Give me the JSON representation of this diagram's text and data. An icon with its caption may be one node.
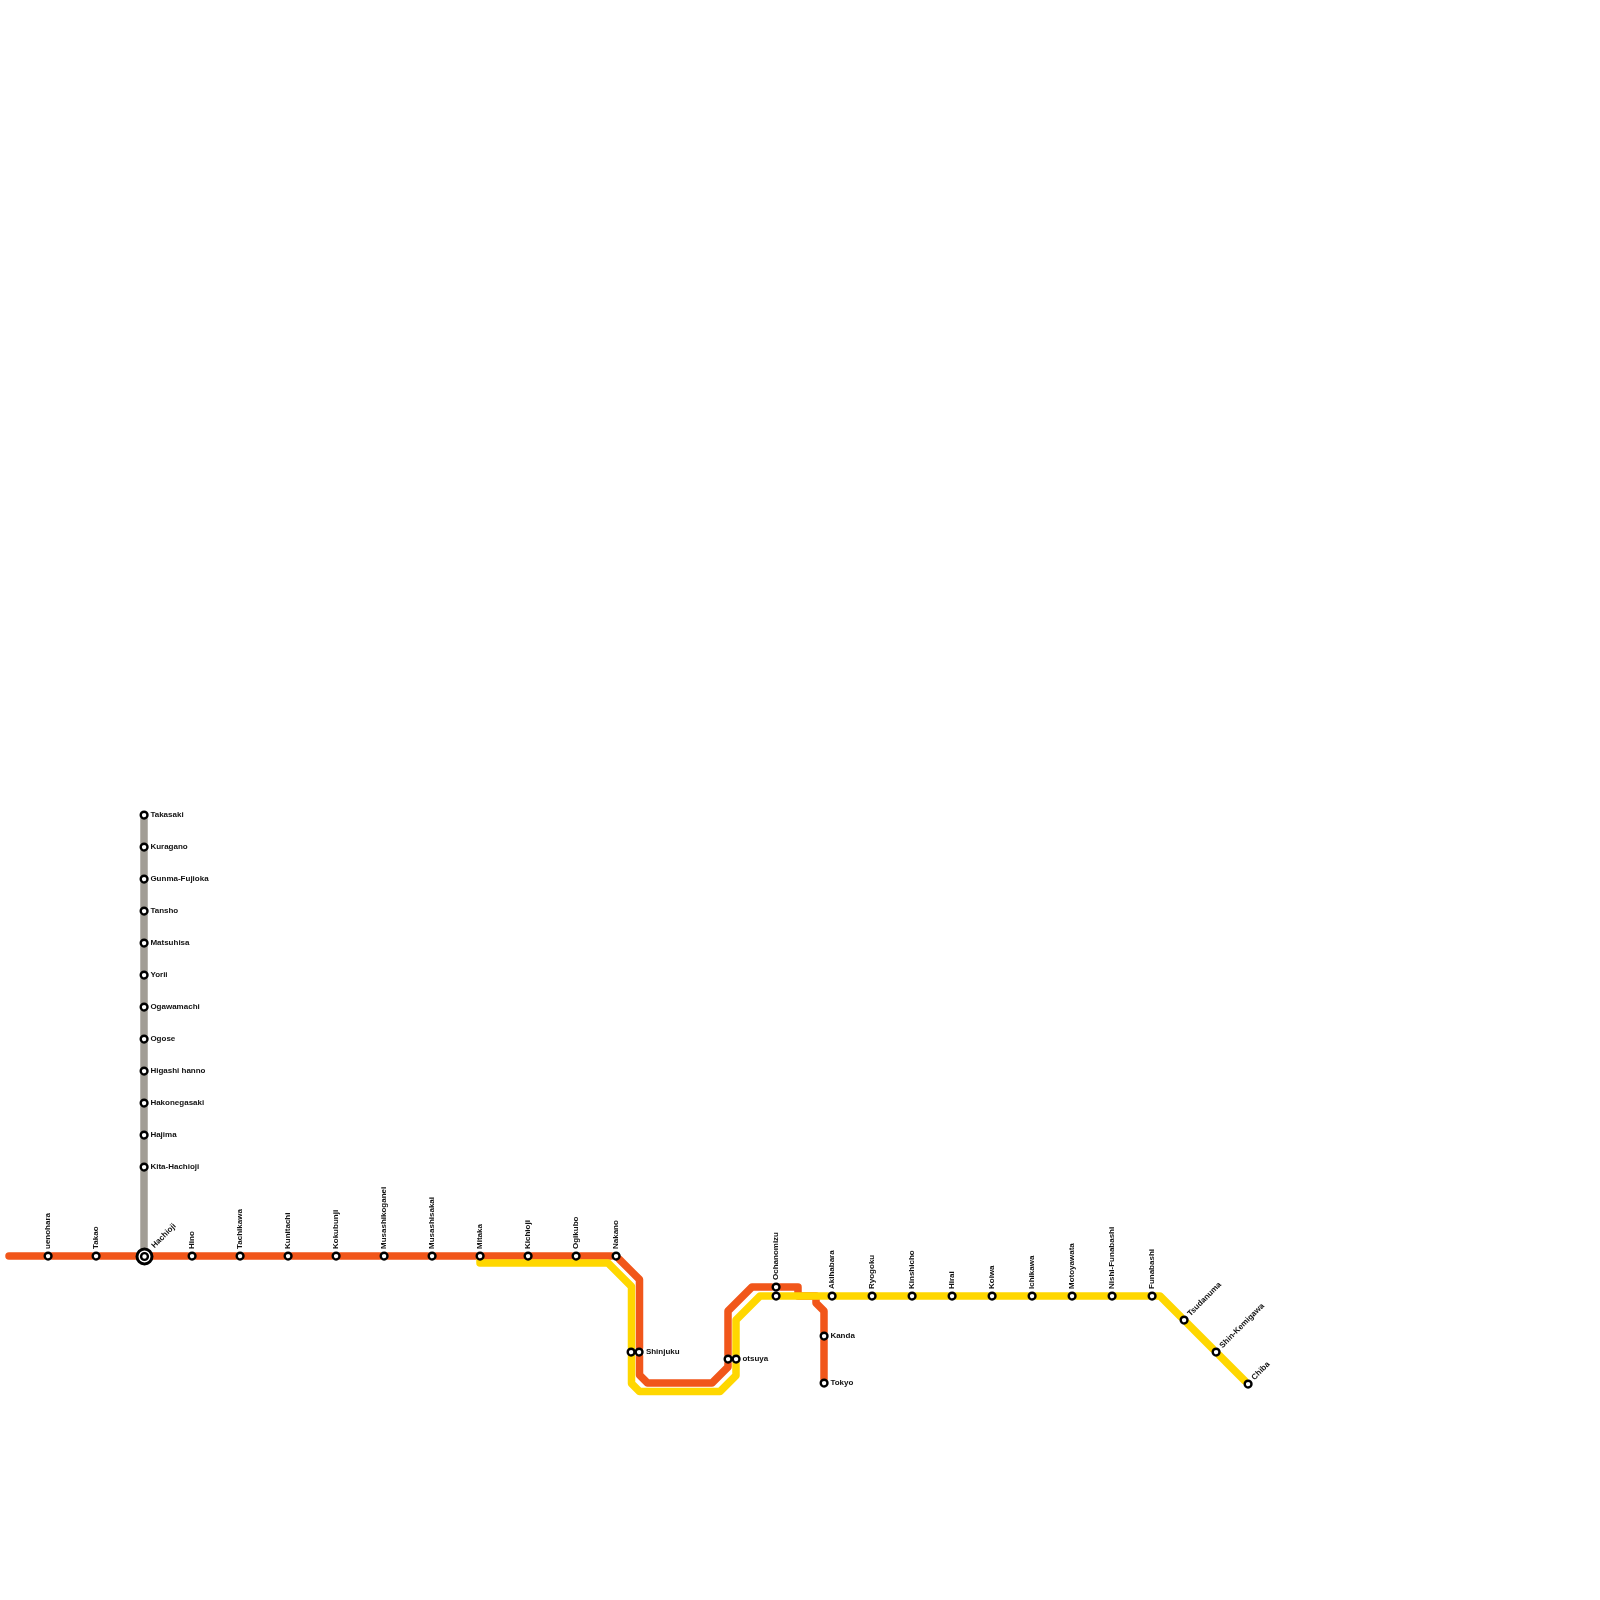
{
  "diagram": {
    "nodes": [
      {
        "text": [],
        "shape": "circle",
        "beside": [
          "Takasaki"
        ]
      },
      {
        "text": [],
        "shape": "circle",
        "beside": [
          "Kuragano"
        ]
      },
      {
        "text": [],
        "shape": "circle",
        "beside": [
          "Gunma-Fujioka"
        ]
      },
      {
        "text": [],
        "shape": "circle",
        "beside": [
          "Tansho"
        ]
      },
      {
        "text": [],
        "shape": "circle",
        "beside": [
          "Matsuhisa"
        ]
      },
      {
        "text": [],
        "shape": "circle",
        "beside": [
          "Yorii"
        ]
      },
      {
        "text": [],
        "shape": "circle",
        "beside": [
          "Ogawamachi"
        ]
      },
      {
        "text": [],
        "shape": "circle",
        "beside": [
          "Ogose"
        ]
      },
      {
        "text": [],
        "shape": "circle",
        "beside": [
          "Higashi hanno"
        ]
      },
      {
        "text": [],
        "shape": "circle",
        "beside": [
          "Hakonegasaki"
        ]
      },
      {
        "text": [],
        "shape": "circle",
        "beside": [
          "Hajima"
        ]
      },
      {
        "text": [],
        "shape": "circle",
        "beside": [
          "Kita-Hachioji"
        ]
      },
      {
        "text": [],
        "shape": "circle",
        "beside": [
          "uenohara"
        ]
      },
      {
        "text": [],
        "shape": "circle",
        "beside": [
          "Takao"
        ]
      },
      {
        "text": [],
        "shape": "circle",
        "beside": [
          "Hachioji"
        ]
      },
      {
        "text": [],
        "shape": "circle",
        "beside": [
          "Hino"
        ]
      },
      {
        "text": [],
        "shape": "circle",
        "beside": [
          "Tachikawa"
        ]
      },
      {
        "text": [],
        "shape": "circle",
        "beside": [
          "Kunitachi"
        ]
      },
      {
        "text": [],
        "shape": "circle",
        "beside": [
          "Kokubunji"
        ]
      },
      {
        "text": [],
        "shape": "circle",
        "beside": [
          "Musashikoganei"
        ]
      },
      {
        "text": [],
        "shape": "circle",
        "beside": [
          "Musashisakai"
        ]
      },
      {
        "text": [],
        "shape": "circle",
        "beside": [
          "Mitaka"
        ]
      },
      {
        "text": [],
        "shape": "circle",
        "beside": [
          "Kichioji"
        ]
      },
      {
        "text": [],
        "shape": "circle",
        "beside": [
          "Ogikubo"
        ]
      },
      {
        "text": [],
        "shape": "circle",
        "beside": [
          "Nakano"
        ]
      },
      {
        "text": [],
        "shape": "circle"
      },
      {
        "text": [],
        "shape": "circle",
        "beside": [
          "Shinjuku"
        ]
      },
      {
        "text": [],
        "shape": "circle"
      },
      {
        "text": [],
        "shape": "circle",
        "beside": [
          "otsuya"
        ]
      },
      {
        "text": [],
        "shape": "circle",
        "beside": [
          "Ochanomizu"
        ]
      },
      {
        "text": [],
        "shape": "circle"
      },
      {
        "text": [],
        "shape": "circle",
        "beside": [
          "Kanda"
        ]
      },
      {
        "text": [],
        "shape": "circle",
        "beside": [
          "Tokyo"
        ]
      },
      {
        "text": [],
        "shape": "circle",
        "beside": [
          "Akihabara"
        ]
      },
      {
        "text": [],
        "shape": "circle",
        "beside": [
          "Ryogoku"
        ]
      },
      {
        "text": [],
        "shape": "circle",
        "beside": [
          "Kinshicho"
        ]
      },
      {
        "text": [],
        "shape": "circle",
        "beside": [
          "Hirai"
        ]
      },
      {
        "text": [],
        "shape": "circle",
        "beside": [
          "Koiwa"
        ]
      },
      {
        "text": [],
        "shape": "circle",
        "beside": [
          "Ichikawa"
        ]
      },
      {
        "text": [],
        "shape": "circle",
        "beside": [
          "Motoyawata"
        ]
      },
      {
        "text": [],
        "shape": "circle",
        "beside": [
          "Nishi-Funabashi"
        ]
      },
      {
        "text": [],
        "shape": "circle",
        "beside": [
          "Funabashi"
        ]
      },
      {
        "text": [],
        "shape": "circle",
        "beside": [
          "Tsudanuma"
        ]
      },
      {
        "text": [],
        "shape": "circle",
        "beside": [
          "Shin-Kemigawa"
        ]
      },
      {
        "text": [],
        "shape": "circle",
        "beside": [
          "Chiba"
        ]
      }
    ],
    "edges": [
      {
        "from": 0,
        "to": 1,
        "arrow": "none",
        "color": "#a19d95"
      },
      {
        "from": 1,
        "to": 2,
        "arrow": "none",
        "color": "#a19d95"
      },
      {
        "from": 2,
        "to": 3,
        "arrow": "none",
        "color": "#a19d95"
      },
      {
        "from": 3,
        "to": 4,
        "arrow": "none",
        "color": "#a19d95"
      },
      {
        "from": 4,
        "to": 5,
        "arrow": "none",
        "color": "#a19d95"
      },
      {
        "from": 5,
        "to": 6,
        "arrow": "none",
        "color": "#a19d95"
      },
      {
        "from": 6,
        "to": 7,
        "arrow": "none",
        "color": "#a19d95"
      },
      {
        "from": 7,
        "to": 8,
        "arrow": "none",
        "color": "#a19d95"
      },
      {
        "from": 8,
        "to": 9,
        "arrow": "none",
        "color": "#a19d95"
      },
      {
        "from": 9,
        "to": 10,
        "arrow": "none",
        "color": "#a19d95"
      },
      {
        "from": 10,
        "to": 11,
        "arrow": "none",
        "color": "#a19d95"
      },
      {
        "from": 11,
        "to": 14,
        "arrow": "none",
        "color": "#a19d95"
      },
      {
        "from": null,
        "to": 12,
        "arrow": "none"
      },
      {
        "from": 12,
        "to": 13,
        "arrow": "none"
      },
      {
        "from": 13,
        "to": 14,
        "arrow": "none"
      },
      {
        "from": 14,
        "to": 15,
        "arrow": "none"
      },
      {
        "from": 15,
        "to": 16,
        "arrow": "none"
      },
      {
        "from": 16,
        "to": 17,
        "arrow": "none"
      },
      {
        "from": 17,
        "to": 18,
        "arrow": "none"
      },
      {
        "from": 18,
        "to": 19,
        "arrow": "none"
      },
      {
        "from": 19,
        "to": 20,
        "arrow": "none"
      },
      {
        "from": 20,
        "to": 21,
        "arrow": "none"
      },
      {
        "from": 21,
        "to": 22,
        "arrow": "none"
      },
      {
        "from": 22,
        "to": 23,
        "arrow": "none"
      },
      {
        "from": 23,
        "to": 24,
        "arrow": "none"
      },
      {
        "from": 24,
        "to": 26,
        "arrow": "none"
      },
      {
        "from": 26,
        "to": 27,
        "arrow": "none"
      },
      {
        "from": 27,
        "to": 29,
        "arrow": "none"
      },
      {
        "from": 29,
        "to": 31,
        "arrow": "none"
      },
      {
        "from": 31,
        "to": 32,
        "arrow": "none"
      },
      {
        "from": 21,
        "to": 25,
        "arrow": "none",
        "color": "#ffd700"
      },
      {
        "from": 25,
        "to": 28,
        "arrow": "none",
        "color": "#ffd700"
      },
      {
        "from": 28,
        "to": 30,
        "arrow": "none",
        "color": "#ffd700"
      },
      {
        "from": 30,
        "to": 33,
        "arrow": "none",
        "color": "#ffd700"
      },
      {
        "from": 33,
        "to": 34,
        "arrow": "none",
        "color": "#ffd700"
      },
      {
        "from": 34,
        "to": 35,
        "arrow": "none",
        "color": "#ffd700"
      },
      {
        "from": 35,
        "to": 36,
        "arrow": "none",
        "color": "#ffd700"
      },
      {
        "from": 36,
        "to": 37,
        "arrow": "none",
        "color": "#ffd700"
      },
      {
        "from": 37,
        "to": 38,
        "arrow": "none",
        "color": "#ffd700"
      },
      {
        "from": 38,
        "to": 39,
        "arrow": "none",
        "color": "#ffd700"
      },
      {
        "from": 39,
        "to": 40,
        "arrow": "none",
        "color": "#ffd700"
      },
      {
        "from": 40,
        "to": 41,
        "arrow": "none",
        "color": "#ffd700"
      },
      {
        "from": 41,
        "to": 42,
        "arrow": "none",
        "color": "#ffd700"
      },
      {
        "from": 42,
        "to": 43,
        "arrow": "none",
        "color": "#ffd700"
      },
      {
        "from": 43,
        "to": 44,
        "arrow": "none",
        "color": "#ffd700"
      }
    ]
  }
}
